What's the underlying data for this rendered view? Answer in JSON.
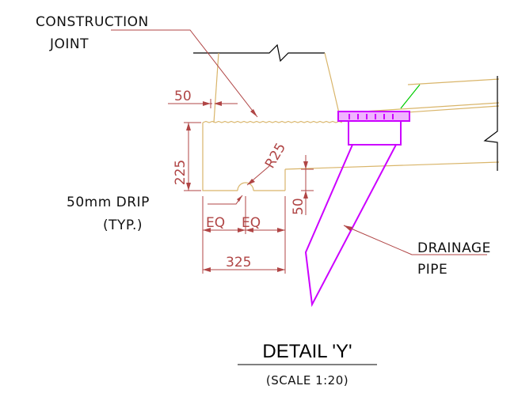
{
  "labels": {
    "construction_line1": "CONSTRUCTION",
    "construction_line2": "JOINT",
    "drip_line1": "50mm  DRIP",
    "drip_line2": "(TYP.)",
    "drainage_line1": "DRAINAGE",
    "drainage_line2": "PIPE"
  },
  "dimensions": {
    "top_offset": "50",
    "height": "225",
    "radius": "R25",
    "drip_depth": "50",
    "eq_left": "EQ",
    "eq_right": "EQ",
    "width": "325"
  },
  "title": {
    "main": "DETAIL 'Y'",
    "scale": "(SCALE  1:20)"
  },
  "colors": {
    "outline": "#d9b56a",
    "dimension": "#b04545",
    "leader": "#b04545",
    "pipe": "#cc00ff",
    "break_line": "#000000",
    "accent_green": "#00cc00"
  }
}
